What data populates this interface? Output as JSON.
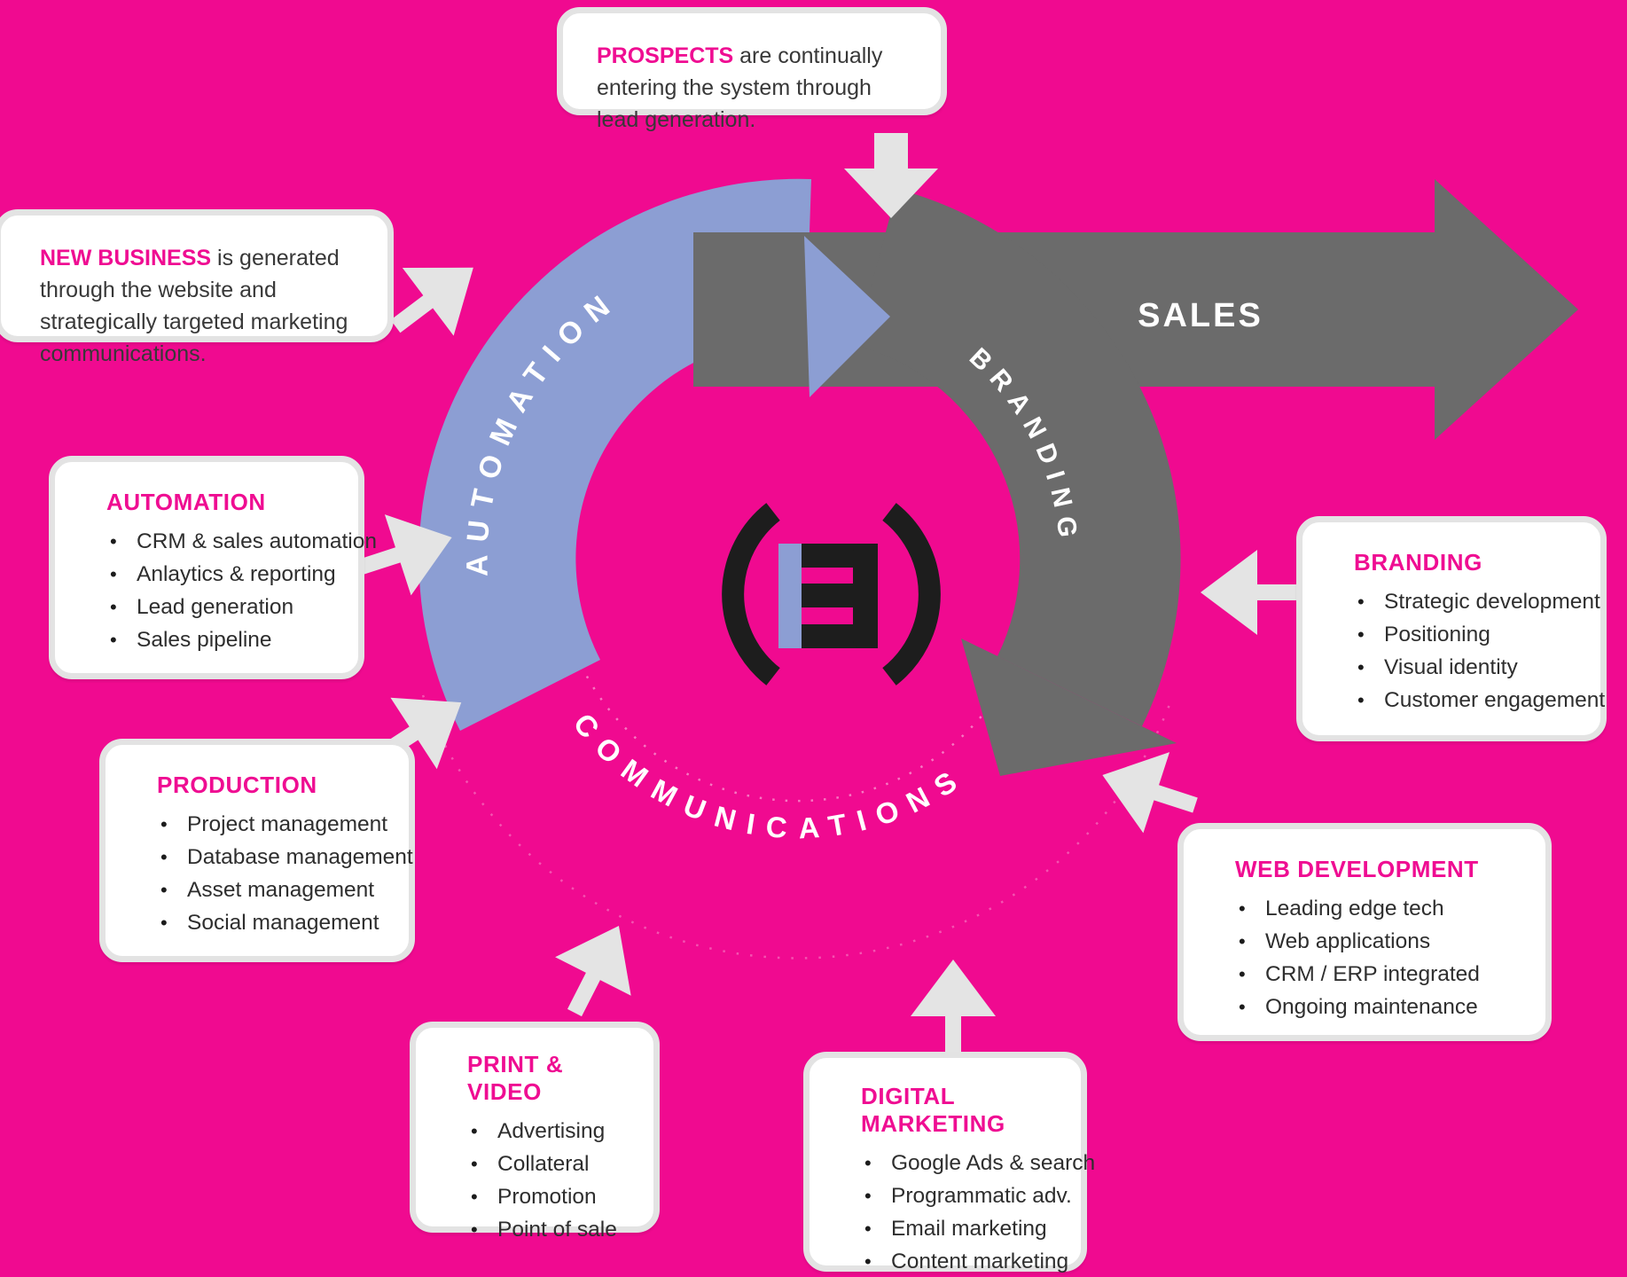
{
  "colors": {
    "background": "#F00A90",
    "accent_pink": "#EF0D92",
    "automation_arc": "#8C9ED3",
    "branding_arc": "#6B6B6B",
    "connector_arrow": "#E4E4E4",
    "box_border": "#E3E3E3",
    "body_text": "#2e2e2e"
  },
  "ring": {
    "automation_label": "AUTOMATION",
    "branding_label": "BRANDING",
    "communications_label": "COMMUNICATIONS",
    "sales_label": "SALES",
    "logo_letter": "B"
  },
  "callouts": {
    "prospects": {
      "lead": "PROSPECTS",
      "text": " are continually entering the system through lead generation."
    },
    "new_business": {
      "lead": "NEW BUSINESS",
      "text": " is generated through the website and strategically targeted marketing communications."
    },
    "automation": {
      "heading": "AUTOMATION",
      "items": [
        "CRM & sales automation",
        "Anlaytics & reporting",
        "Lead generation",
        "Sales pipeline"
      ]
    },
    "production": {
      "heading": "PRODUCTION",
      "items": [
        "Project management",
        "Database management",
        "Asset management",
        "Social management"
      ]
    },
    "print_video": {
      "heading": "PRINT & VIDEO",
      "items": [
        "Advertising",
        "Collateral",
        "Promotion",
        "Point of sale"
      ]
    },
    "digital_marketing": {
      "heading": "DIGITAL MARKETING",
      "items": [
        "Google Ads & search",
        "Programmatic adv.",
        "Email marketing",
        "Content marketing"
      ]
    },
    "branding": {
      "heading": "BRANDING",
      "items": [
        "Strategic development",
        "Positioning",
        "Visual identity",
        "Customer engagement"
      ]
    },
    "web_development": {
      "heading": "WEB DEVELOPMENT",
      "items": [
        "Leading edge tech",
        "Web applications",
        "CRM / ERP integrated",
        "Ongoing maintenance"
      ]
    }
  }
}
